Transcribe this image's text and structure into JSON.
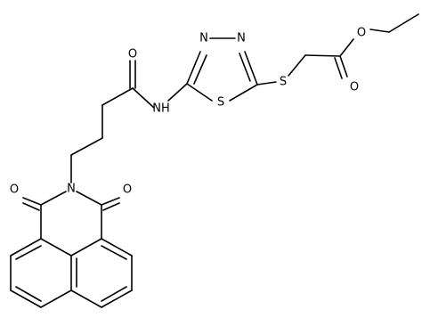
{
  "atoms": {
    "o_ester_single": "O",
    "o_ester_double": "O",
    "s_thioether": "S",
    "n_ring_1": "N",
    "n_ring_2": "N",
    "s_ring": "S",
    "nh_amide": "NH",
    "o_amide": "O",
    "n_imide": "N",
    "o_imide_left": "O",
    "o_imide_right": "O"
  },
  "colors": {
    "bond": "#000000",
    "label": "#000000",
    "background": "#ffffff"
  }
}
